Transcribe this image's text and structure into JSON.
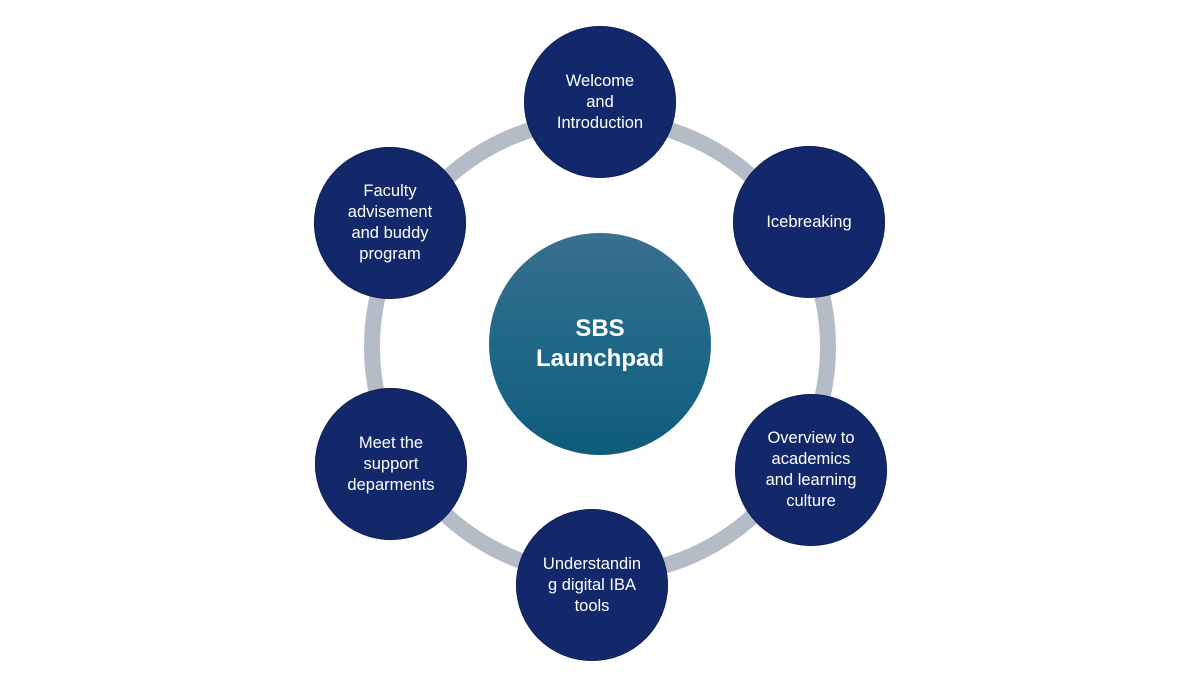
{
  "diagram": {
    "center": "SBS\nLaunchpad",
    "nodes": [
      "Welcome\nand\nIntroduction",
      "Icebreaking",
      "Overview to\nacademics\nand learning\nculture",
      "Understandin\ng digital IBA\ntools",
      "Meet the\nsupport\ndeparments",
      "Faculty\nadvisement\nand buddy\nprogram"
    ],
    "colors": {
      "node_fill": "#13286a",
      "center_fill": "#1f6888",
      "ring": "#b4bcc8",
      "text": "#ffffff"
    }
  }
}
